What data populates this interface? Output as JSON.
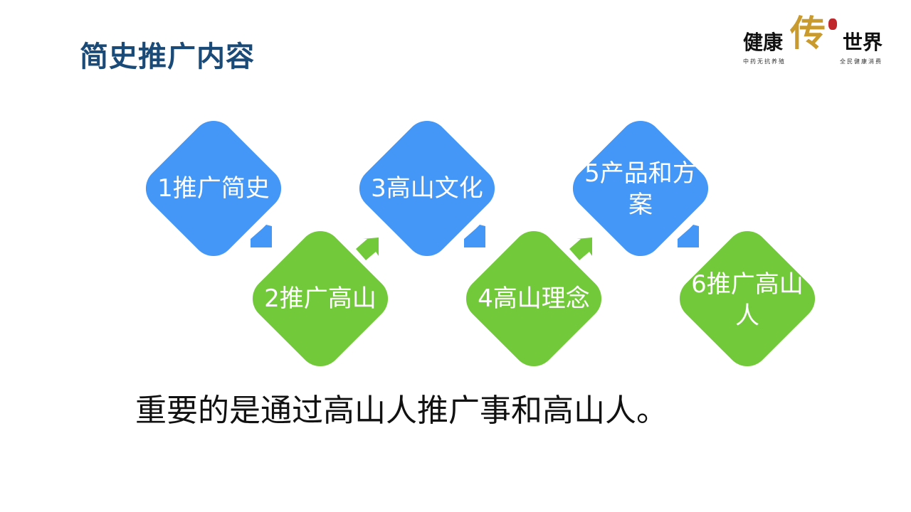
{
  "title": "简史推广内容",
  "logo": {
    "left": "健康",
    "center": "传",
    "right": "世界",
    "tag_left": "中药无抗养殖",
    "tag_right": "全民健康消费"
  },
  "steps": [
    {
      "label": "1推广简史",
      "color": "#4497f7"
    },
    {
      "label": "2推广高山",
      "color": "#72c93a"
    },
    {
      "label": "3高山文化",
      "color": "#4497f7"
    },
    {
      "label": "4高山理念",
      "color": "#72c93a"
    },
    {
      "label": "5产品和方案",
      "color": "#4497f7"
    },
    {
      "label": "6推广高山人",
      "color": "#72c93a"
    }
  ],
  "summary": "重要的是通过高山人推广事和高山人。"
}
